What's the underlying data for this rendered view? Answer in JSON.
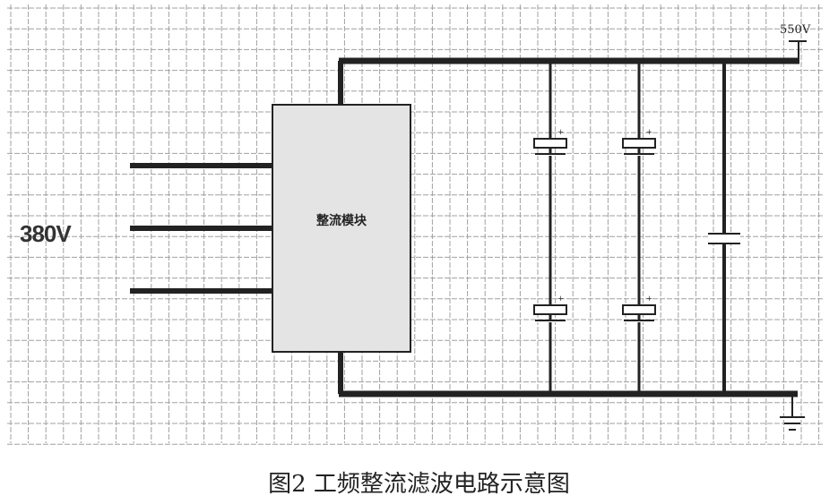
{
  "input_voltage": "380V",
  "output_voltage": "550V",
  "module_label": "整流模块",
  "caption": "图2 工频整流滤波电路示意图",
  "colors": {
    "wire": "#222222",
    "grid": "#9a9a9a",
    "module_fill": "#e4e4e4"
  }
}
